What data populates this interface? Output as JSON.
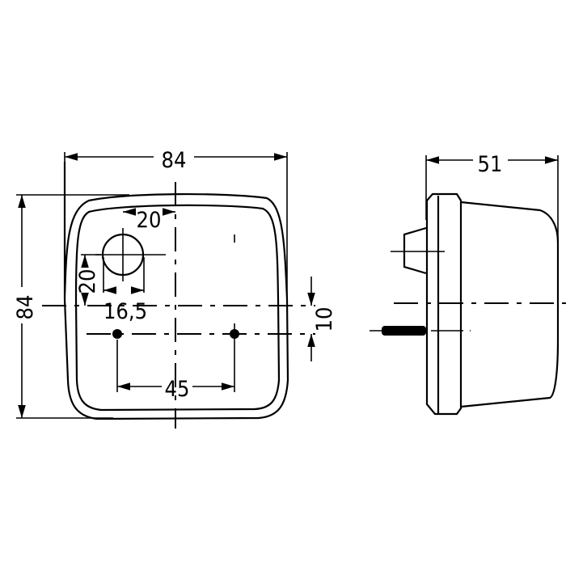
{
  "front_view": {
    "width_label": "84",
    "height_label": "84",
    "hole_offset_x_label": "20",
    "hole_offset_y_label": "20",
    "hole_diameter_label": "16,5",
    "mount_offset_label": "10",
    "mount_spacing_label": "45"
  },
  "side_view": {
    "depth_label": "51"
  }
}
